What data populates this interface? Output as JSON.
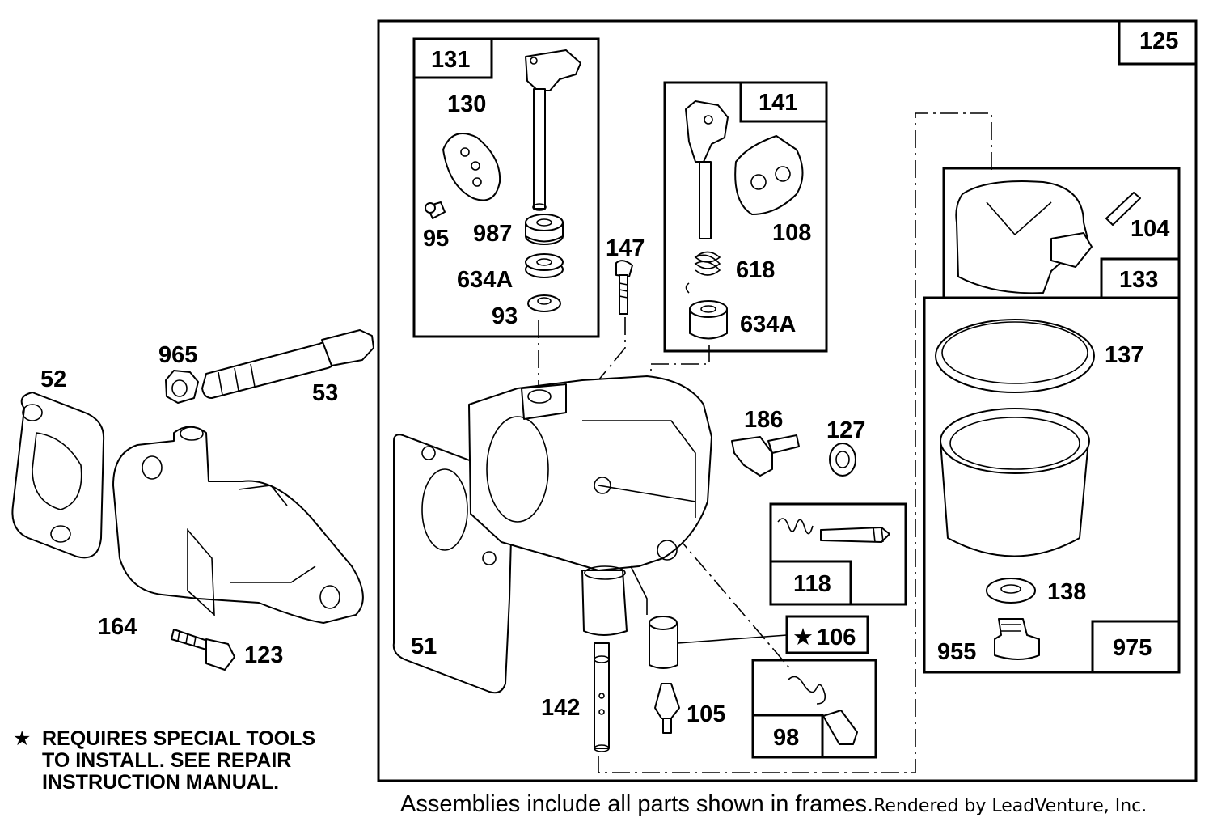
{
  "labels": {
    "l125": "125",
    "l131": "131",
    "l130": "130",
    "l95": "95",
    "l987": "987",
    "l634a_1": "634A",
    "l93": "93",
    "l147": "147",
    "l141": "141",
    "l108": "108",
    "l618": "618",
    "l634a_2": "634A",
    "l104": "104",
    "l133": "133",
    "l137": "137",
    "l138": "138",
    "l955": "955",
    "l975": "975",
    "l965": "965",
    "l52": "52",
    "l53": "53",
    "l164": "164",
    "l123": "123",
    "l51": "51",
    "l186": "186",
    "l127": "127",
    "l118": "118",
    "l106": "106",
    "l142": "142",
    "l105": "105",
    "l98": "98"
  },
  "note": {
    "star": "★",
    "line1": "REQUIRES SPECIAL TOOLS",
    "line2": "TO INSTALL.  SEE REPAIR",
    "line3": "INSTRUCTION MANUAL."
  },
  "footer": {
    "assemblies": "Assemblies include all parts shown in frames.",
    "rendered": "Rendered by LeadVenture, Inc."
  }
}
